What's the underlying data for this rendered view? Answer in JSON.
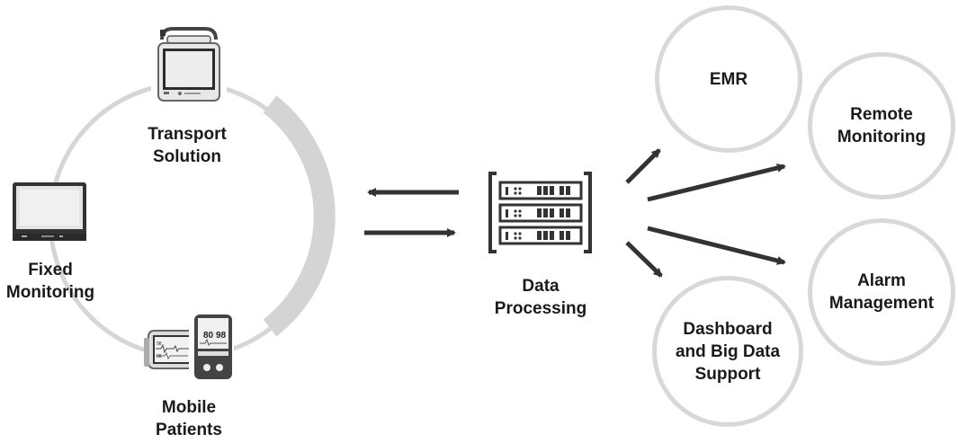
{
  "devices": {
    "transport": {
      "line1": "Transport",
      "line2": "Solution",
      "icon": "transport-monitor-icon"
    },
    "fixed": {
      "line1": "Fixed",
      "line2": "Monitoring",
      "icon": "bedside-monitor-icon"
    },
    "mobile": {
      "line1": "Mobile",
      "line2": "Patients",
      "icon": "wearable-monitor-icon",
      "screen_values": [
        "80",
        "98"
      ],
      "small_values": [
        "98",
        "98"
      ]
    }
  },
  "center": {
    "line1": "Data",
    "line2": "Processing",
    "icon": "server-rack-icon"
  },
  "outputs": {
    "emr": {
      "line1": "EMR"
    },
    "remote": {
      "line1": "Remote",
      "line2": "Monitoring"
    },
    "alarm": {
      "line1": "Alarm",
      "line2": "Management"
    },
    "dashboard": {
      "line1": "Dashboard",
      "line2": "and Big Data",
      "line3": "Support"
    }
  },
  "colors": {
    "ring": "#d6d6d6",
    "arrow": "#333333",
    "text": "#1a1a1a"
  }
}
